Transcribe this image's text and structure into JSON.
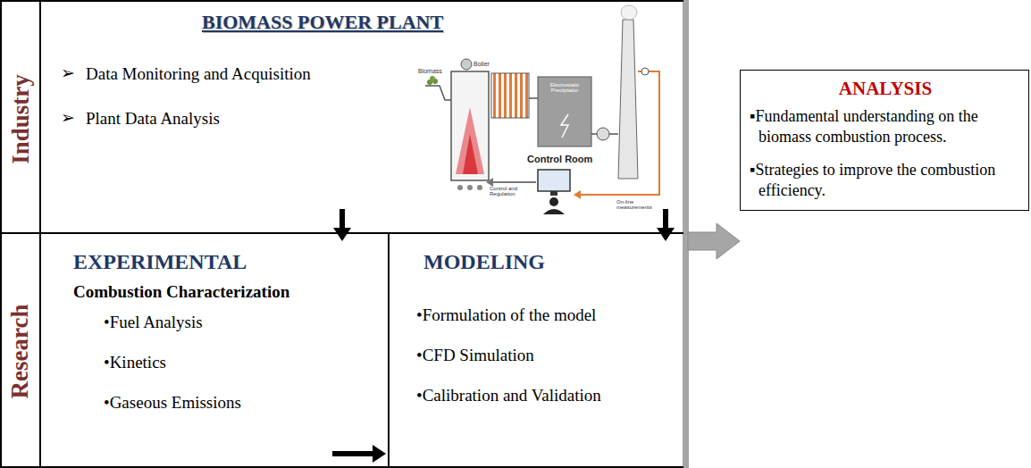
{
  "diagram": {
    "nodes": [
      {
        "text": [
          "Industry"
        ]
      },
      {
        "text": [
          "BIOMASS POWER PLANT",
          "Data Monitoring and Acquisition",
          "Plant Data Analysis"
        ],
        "in": 0
      },
      {
        "text": [
          "Research"
        ]
      },
      {
        "text": [
          "EXPERIMENTAL",
          "Combustion Characterization",
          "•Fuel Analysis",
          "•Kinetics",
          "•Gaseous Emissions"
        ],
        "in": 2
      },
      {
        "text": [
          "MODELING",
          "•Formulation of the model",
          "•CFD Simulation",
          "•Calibration and Validation"
        ],
        "in": 2
      },
      {
        "text": [
          "ANALYSIS",
          "▪Fundamental understanding on the biomass combustion process.",
          "▪Strategies to improve the combustion efficiency."
        ]
      }
    ],
    "edges": [
      {
        "from": 1,
        "to": 3,
        "arrow": "to"
      },
      {
        "from": 1,
        "to": 4,
        "arrow": "to"
      },
      {
        "from": 3,
        "to": 4,
        "arrow": "to"
      },
      {
        "from": 0,
        "to": 5,
        "arrow": "to"
      }
    ],
    "labels": [
      "➢",
      "➢",
      "Biomass",
      "Boiler",
      "Electrostatic Precipitator",
      "Control Room",
      "Control and Regulation",
      "On-line measurements"
    ]
  }
}
